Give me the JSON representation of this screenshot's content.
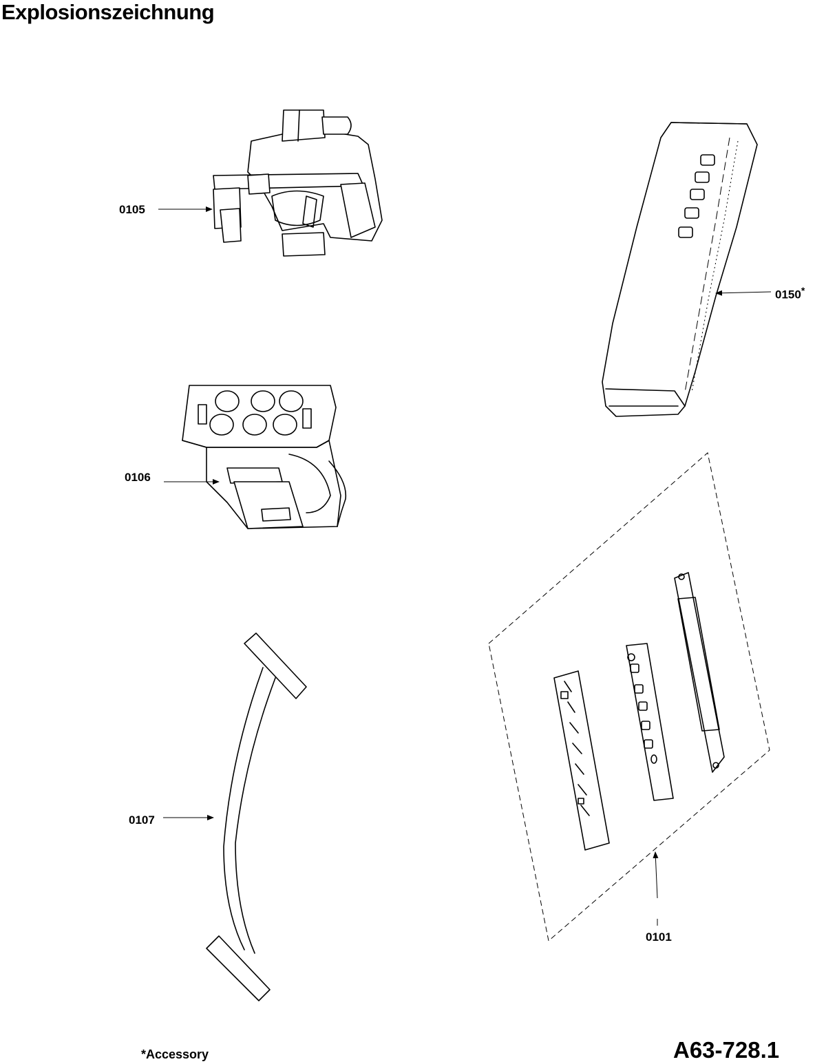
{
  "title": "Explosionszeichnung",
  "parts": [
    {
      "id": "0105"
    },
    {
      "id": "0106"
    },
    {
      "id": "0107"
    },
    {
      "id": "0150",
      "marker": "*"
    },
    {
      "id": "0101"
    }
  ],
  "footnote": "*Accessory",
  "document_number": "A63-728.1"
}
